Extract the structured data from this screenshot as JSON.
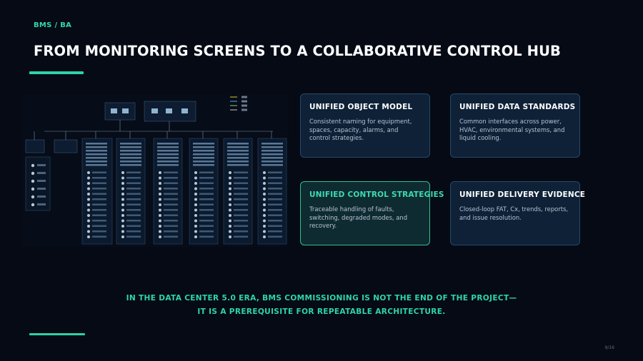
{
  "header": {
    "kicker": "BMS / BA",
    "title": "FROM MONITORING SCREENS TO A COLLABORATIVE CONTROL HUB"
  },
  "cards": [
    {
      "title": "UNIFIED OBJECT MODEL",
      "description": "Consistent naming for equipment, spaces, capacity, alarms, and control strategies."
    },
    {
      "title": "UNIFIED DATA STANDARDS",
      "description": "Common interfaces across power, HVAC, environmental systems, and liquid cooling."
    },
    {
      "title": "UNIFIED CONTROL STRATEGIES",
      "description": "Traceable handling of faults, switching, degraded modes, and recovery."
    },
    {
      "title": "UNIFIED DELIVERY EVIDENCE",
      "description": "Closed-loop FAT, Cx, trends, reports, and issue resolution."
    }
  ],
  "statement": {
    "line1": "IN THE DATA CENTER 5.0 ERA, BMS COMMISSIONING IS NOT THE END OF THE PROJECT—",
    "line2": "IT IS A PREREQUISITE FOR REPEATABLE ARCHITECTURE."
  },
  "page_number": "9/16",
  "colors": {
    "background": "#050a15",
    "accent": "#2ed3a3",
    "card_background": "#0e2137",
    "card_border": "#2a4868",
    "active_card_border": "#2fbf8f"
  }
}
